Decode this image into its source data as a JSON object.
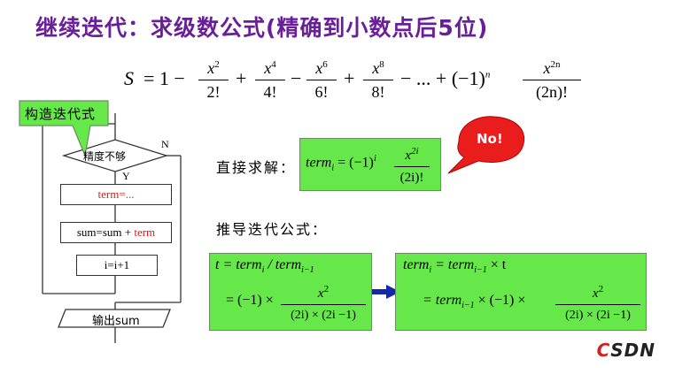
{
  "title": "继续迭代：求级数公式(精确到小数点后5位)",
  "series": {
    "s": "S",
    "eq": "= 1 −",
    "t1_num": "x",
    "t1_pow": "2",
    "t1_den": "2!",
    "t2_num": "x",
    "t2_pow": "4",
    "t2_den": "4!",
    "t3_num": "x",
    "t3_pow": "6",
    "t3_den": "6!",
    "t4_num": "x",
    "t4_pow": "8",
    "t4_den": "8!",
    "ellipsis": "− ... + (−1)",
    "n_pow": "n",
    "tn_num": "x",
    "tn_pow": "2n",
    "tn_den": "(2n)!",
    "plus": "+",
    "minus": "−"
  },
  "flowchart": {
    "callout": "构造迭代式",
    "decision": "精度不够",
    "yes": "Y",
    "no": "N",
    "box1": "term=...",
    "box2_a": "sum=sum + ",
    "box2_b": "term",
    "box3": "i=i+1",
    "output": "输出sum"
  },
  "direct": {
    "label": "直接求解：",
    "lhs": "term",
    "lhs_sub": "i",
    "rhs_pre": "= (−1)",
    "rhs_pow": "i",
    "frac_num": "x",
    "frac_num_pow": "2i",
    "frac_den": "(2i)!",
    "no_bubble": "No!"
  },
  "derive": {
    "label": "推导迭代公式：",
    "left_line1": "t = term",
    "left_line1_sub": "i",
    "left_line1_mid": " / term",
    "left_line1_sub2": "i−1",
    "left_line2_pre": "= (−1) ×",
    "left_frac_num": "x",
    "left_frac_pow": "2",
    "left_frac_den": "(2i) × (2i −1)",
    "right_line1": "term",
    "right_line1_sub": "i",
    "right_line1_mid": " = term",
    "right_line1_sub2": "i−1",
    "right_line1_end": " × t",
    "right_line2_pre": "= term",
    "right_line2_sub": "i−1",
    "right_line2_mid": " × (−1) ×",
    "right_frac_num": "x",
    "right_frac_pow": "2",
    "right_frac_den": "(2i) × (2i −1)"
  },
  "watermark": {
    "c": "C",
    "rest": "SDN"
  }
}
